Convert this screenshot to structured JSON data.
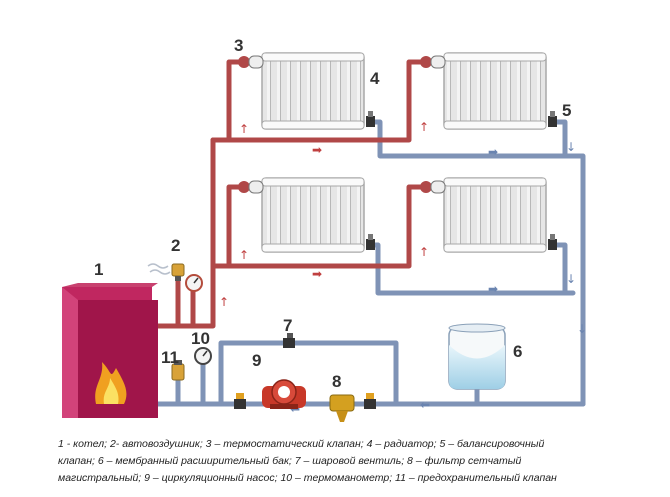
{
  "labels": {
    "boiler": "1",
    "air_vent": "2",
    "thermo_valve": "3",
    "radiator": "4",
    "balancing_valve": "5",
    "expansion_tank": "6",
    "ball_valve": "7",
    "filter": "8",
    "pump": "9",
    "thermomanometer": "10",
    "safety_valve": "11"
  },
  "legend": {
    "line1": "1 - котел; 2- автовоздушник; 3 – термостатический клапан; 4 – радиатор; 5 – балансировочный",
    "line2": "клапан; 6 – мембранный расширительный бак; 7 – шаровой вентиль; 8 – фильтр сетчатый",
    "line3": "магистральный; 9 – циркуляционный насос; 10 – термоманометр; 11 – предохранительный клапан"
  },
  "colors": {
    "supply_pipe": "#b04848",
    "return_pipe": "#7f93b6",
    "boiler": "#a0154a",
    "flame": "#f0a020",
    "pump": "#c83828",
    "filter": "#d4a020",
    "radiator": "#f2f2f2"
  }
}
